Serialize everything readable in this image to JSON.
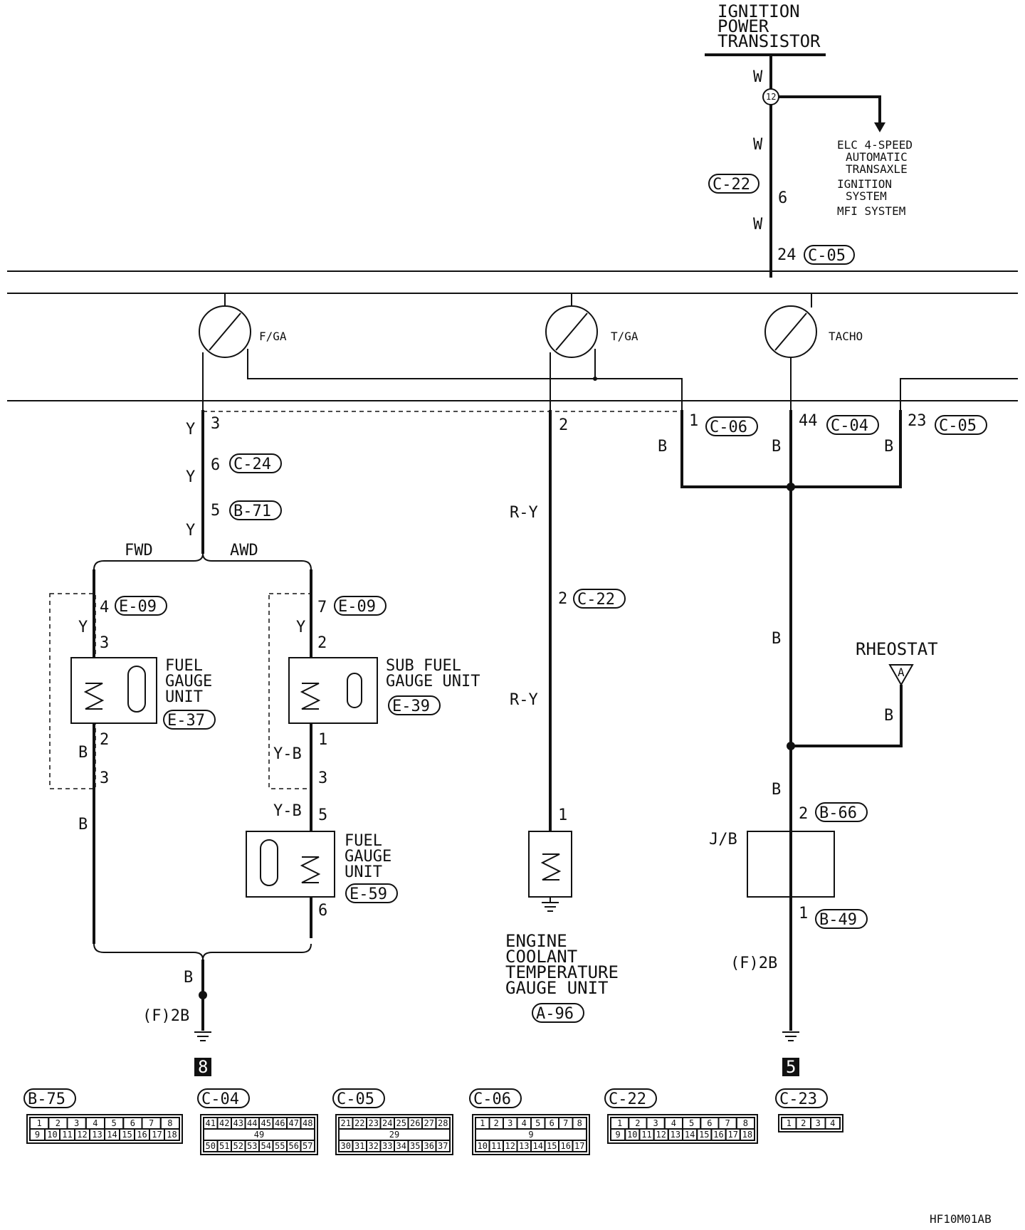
{
  "title_block": {
    "top": "IGNITION",
    "mid": "POWER",
    "bot": "TRANSISTOR"
  },
  "wire_colors": {
    "w": "W",
    "y": "Y",
    "b": "B",
    "ry": "R-Y",
    "yb": "Y-B"
  },
  "junction_12": "12",
  "destinations": {
    "l1": "ELC 4-SPEED",
    "l2": "AUTOMATIC",
    "l3": "TRANSAXLE",
    "l4": "IGNITION",
    "l5": "SYSTEM",
    "l6": "MFI SYSTEM"
  },
  "pins": {
    "p1": "1",
    "p2": "2",
    "p3": "3",
    "p4": "4",
    "p5": "5",
    "p6": "6",
    "p7": "7",
    "p23": "23",
    "p24": "24",
    "p44": "44",
    "f2b": "(F)2B"
  },
  "gauges": {
    "fuel": "F/GA",
    "temp": "T/GA",
    "tacho": "TACHO"
  },
  "connectors": {
    "c22": "C-22",
    "c05": "C-05",
    "c06": "C-06",
    "c04": "C-04",
    "c24": "C-24",
    "b71": "B-71",
    "e09": "E-09",
    "e37": "E-37",
    "e39": "E-39",
    "e59": "E-59",
    "a96": "A-96",
    "b66": "B-66",
    "b49": "B-49",
    "b75": "B-75",
    "c23": "C-23"
  },
  "branches": {
    "fwd": "FWD",
    "awd": "AWD"
  },
  "components": {
    "fuel_gauge_unit": {
      "l1": "FUEL",
      "l2": "GAUGE",
      "l3": "UNIT"
    },
    "sub_fuel_gauge_unit": {
      "l1": "SUB FUEL",
      "l2": "GAUGE UNIT"
    },
    "coolant_unit": {
      "l1": "ENGINE",
      "l2": "COOLANT",
      "l3": "TEMPERATURE",
      "l4": "GAUGE UNIT"
    },
    "rheostat": "RHEOSTAT",
    "rheostat_tag": "A",
    "jb": "J/B"
  },
  "ground_tags": {
    "left": "8",
    "right": "5"
  },
  "connector_faces": {
    "b75": {
      "row1": [
        "1",
        "2",
        "3",
        "4",
        "5",
        "6",
        "7",
        "8"
      ],
      "row2": [
        "9",
        "10",
        "11",
        "12",
        "13",
        "14",
        "15",
        "16",
        "17",
        "18"
      ]
    },
    "c04": {
      "row1": [
        "41",
        "42",
        "43",
        "44",
        "45",
        "46",
        "47",
        "48"
      ],
      "mid": "49",
      "row2": [
        "50",
        "51",
        "52",
        "53",
        "54",
        "55",
        "56",
        "57"
      ]
    },
    "c05": {
      "row1": [
        "21",
        "22",
        "23",
        "24",
        "25",
        "26",
        "27",
        "28"
      ],
      "mid": "29",
      "row2": [
        "30",
        "31",
        "32",
        "33",
        "34",
        "35",
        "36",
        "37"
      ]
    },
    "c06": {
      "row1": [
        "1",
        "2",
        "3",
        "4",
        "5",
        "6",
        "7",
        "8"
      ],
      "mid": "9",
      "row2": [
        "10",
        "11",
        "12",
        "13",
        "14",
        "15",
        "16",
        "17"
      ]
    },
    "c22": {
      "row1": [
        "1",
        "2",
        "3",
        "4",
        "5",
        "6",
        "7",
        "8"
      ],
      "row2": [
        "9",
        "10",
        "11",
        "12",
        "13",
        "14",
        "15",
        "16",
        "17",
        "18"
      ]
    },
    "c23": {
      "row2": [
        "1",
        "2",
        "3",
        "4"
      ]
    }
  },
  "diagram_code": "HF10M01AB"
}
